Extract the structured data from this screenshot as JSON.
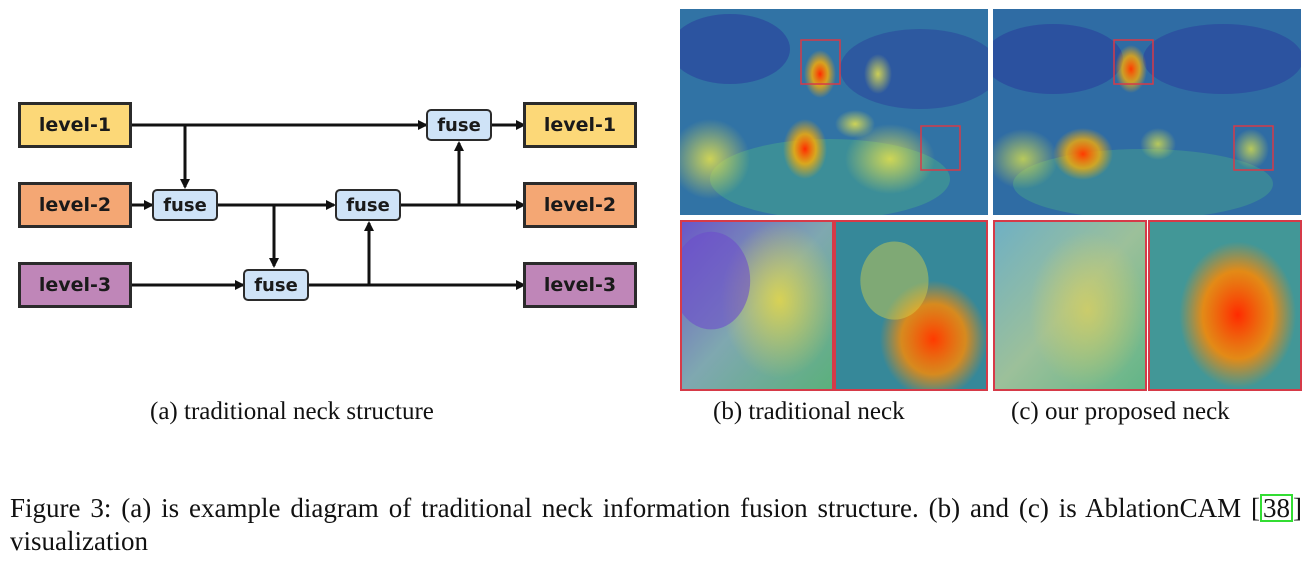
{
  "diagram": {
    "inputs": [
      {
        "label": "level-1",
        "color": "#fcd878"
      },
      {
        "label": "level-2",
        "color": "#f4a774"
      },
      {
        "label": "level-3",
        "color": "#bf86b8"
      }
    ],
    "outputs": [
      {
        "label": "level-1",
        "color": "#fcd878"
      },
      {
        "label": "level-2",
        "color": "#f4a774"
      },
      {
        "label": "level-3",
        "color": "#bf86b8"
      }
    ],
    "fuse_label": "fuse",
    "fuse_color": "#cfe3f7"
  },
  "captions": {
    "a": "(a) traditional neck structure",
    "b": "(b) traditional neck",
    "c": "(c) our proposed neck"
  },
  "figure_caption": {
    "prefix": "Figure 3: (a) is example diagram of traditional neck information fusion structure. (b) and (c) is AblationCAM [",
    "citation": "38",
    "suffix": "] visualization"
  },
  "colors": {
    "crop_border": "#d63a48",
    "citation_box": "#33dd33"
  }
}
